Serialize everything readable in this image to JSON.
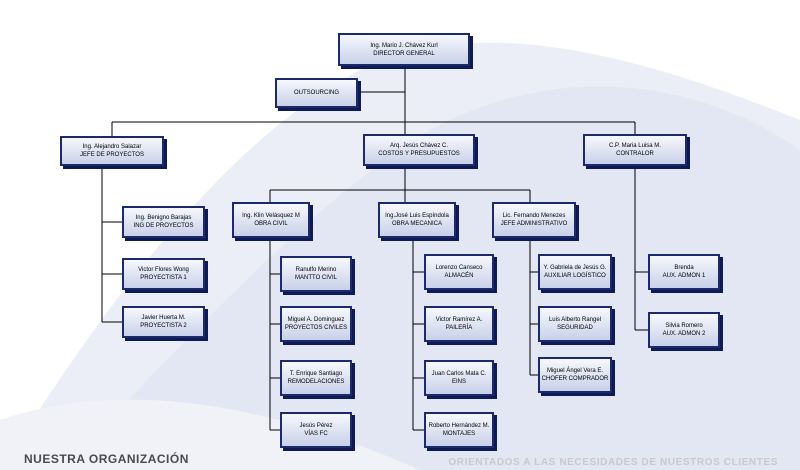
{
  "colors": {
    "box_border": "#1c2a6b",
    "box_shadow": "#0e1a55",
    "background_swoosh": "#e3e6f3"
  },
  "nodes": {
    "director": {
      "name": "Ing. Mario J. Chávez Kurl",
      "role": "DIRECTOR GENERAL"
    },
    "outsourcing": {
      "name": "OUTSOURCING"
    },
    "proyectos": {
      "name": "Ing. Alejandro Salazar",
      "role": "JEFE DE PROYECTOS"
    },
    "costos": {
      "name": "Arq. Jesús Chávez C.",
      "role": "COSTOS Y PRESUPUESTOS"
    },
    "contralor": {
      "name": "C.P. Maria Luisa M.",
      "role": "CONTRALOR"
    },
    "ing_proyectos": {
      "name": "Ing. Benigno Barajas",
      "role": "ING DE PROYECTOS"
    },
    "proyectista1": {
      "name": "Victor Flores Wong",
      "role": "PROYECTISTA 1"
    },
    "proyectista2": {
      "name": "Javier Huerta M.",
      "role": "PROYECTISTA 2"
    },
    "obra_civil": {
      "name": "Ing. Klin Velásquez M",
      "role": "OBRA CIVIL"
    },
    "obra_mecanica": {
      "name": "Ing.José Luis Espíndola",
      "role": "OBRA MECANICA"
    },
    "jefe_admin": {
      "name": "Lic. Fernando Menezes",
      "role": "JEFE ADMINISTRATIVO"
    },
    "mantto_civil": {
      "name": "Ranulfo Merino",
      "role": "MANTTO CIVIL"
    },
    "proyectos_civiles": {
      "name": "Miguel A. Dominguez",
      "role": "PROYECTOS CIVILES"
    },
    "remodelaciones": {
      "name": "T. Enrique Santiago",
      "role": "REMODELACIONES"
    },
    "vias_fc": {
      "name": "Jesús Pérez",
      "role": "VÍAS FC"
    },
    "almacen": {
      "name": "Lorenzo Canseco",
      "role": "ALMACÉN"
    },
    "paileria": {
      "name": "Victor Ramírez A.",
      "role": "PAILERÍA"
    },
    "eins": {
      "name": "Juan Carlos Mata C.",
      "role": "EINS"
    },
    "montajes": {
      "name": "Roberto Hernández M.",
      "role": "MONTAJES"
    },
    "aux_logistico": {
      "name": "Y. Gabriela de Jesús G.",
      "role": "AUXILIAR LOGÍSTICO"
    },
    "seguridad": {
      "name": "Luis Alberto Rangel",
      "role": "SEGURIDAD"
    },
    "chofer": {
      "name": "Miguel Ángel Vera E.",
      "role": "CHOFER COMPRADOR"
    },
    "aux_admon1": {
      "name": "Brenda",
      "role": "AUX. ADMON 1"
    },
    "aux_admon2": {
      "name": "Silvia Romero",
      "role": "AUX. ADMON 2"
    }
  },
  "footer": {
    "left": "NUESTRA ORGANIZACIÓN",
    "right": "ORIENTADOS A LAS NECESIDADES DE NUESTROS CLIENTES"
  }
}
